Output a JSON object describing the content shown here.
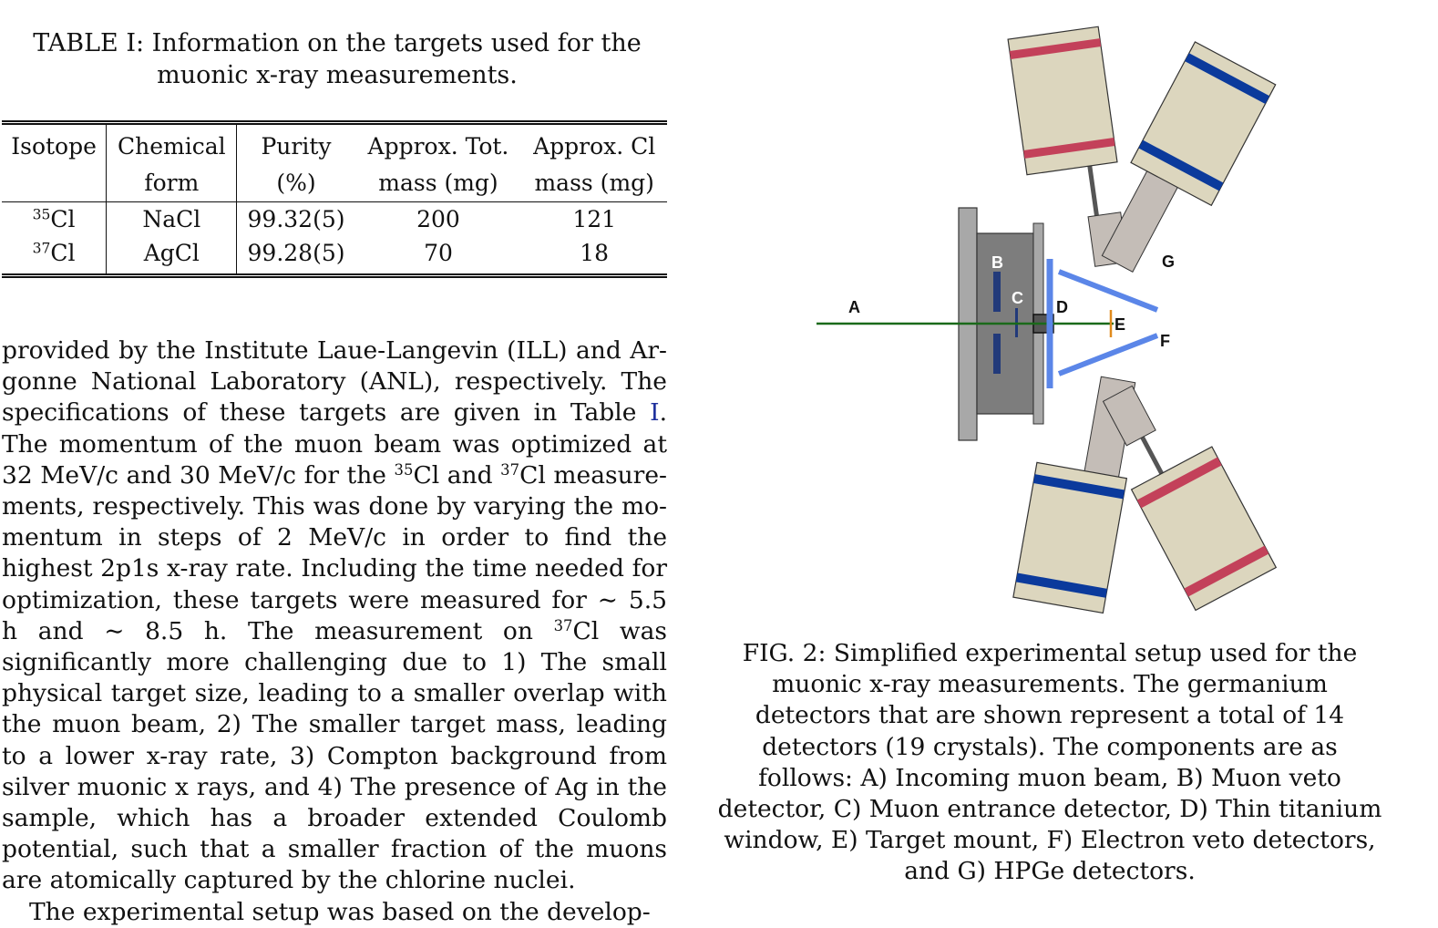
{
  "table": {
    "caption": "TABLE I: Information on the targets used for the muonic x-ray measurements.",
    "headers": [
      [
        "Isotope",
        ""
      ],
      [
        "Chemical",
        "form"
      ],
      [
        "Purity",
        "(%)"
      ],
      [
        "Approx. Tot.",
        "mass (mg)"
      ],
      [
        "Approx. Cl",
        "mass (mg)"
      ]
    ],
    "rows": [
      {
        "mass_number": "35",
        "element": "Cl",
        "form": "NaCl",
        "purity": "99.32(5)",
        "total_mass": "200",
        "cl_mass": "121"
      },
      {
        "mass_number": "37",
        "element": "Cl",
        "form": "AgCl",
        "purity": "99.28(5)",
        "total_mass": "70",
        "cl_mass": "18"
      }
    ]
  },
  "body": {
    "p1_a": "provided by the Institute Laue-Langevin (ILL) and Ar­gonne National Laboratory (ANL), respectively. The specifications of these targets are given in Table ",
    "p1_ref": "I",
    "p1_b": ". The momentum of the muon beam was optimized at 32 MeV/c and 30 MeV/c for the ",
    "p1_sup1": "35",
    "p1_c": "Cl and ",
    "p1_sup2": "37",
    "p1_d": "Cl measure­ments, respectively. This was done by varying the mo­mentum in steps of 2 MeV/c in order to find the highest 2p1s x-ray rate. Including the time needed for optimiza­tion, these targets were measured for ∼ 5.5 h and ∼ 8.5 h. The measurement on ",
    "p1_sup3": "37",
    "p1_e": "Cl was significantly more chal­lenging due to 1) The small physical target size, leading to a smaller overlap with the muon beam, 2) The smaller target mass, leading to a lower x-ray rate, 3) Compton background from silver muonic x rays, and 4) The pres­ence of Ag in the sample, which has a broader extended Coulomb potential, such that a smaller fraction of the muons are atomically captured by the chlorine nuclei.",
    "p2": "The experimental setup was based on the develop-"
  },
  "figure": {
    "labels": [
      "A",
      "B",
      "C",
      "D",
      "E",
      "F",
      "G"
    ],
    "caption": "FIG. 2: Simplified experimental setup used for the muonic x-ray measurements. The germanium detectors that are shown represent a total of 14 detectors (19 crystals). The components are as follows: A) Incoming muon beam, B) Muon veto detector, C) Muon entrance detector, D) Thin titanium window, E) Target mount, F) Electron veto detectors, and G) HPGe detectors.",
    "colors": {
      "detector_body": "#dcd6be",
      "band_red": "#c3415a",
      "band_blue": "#0b3a9c",
      "beam": "#1a6a1a",
      "veto": "#5b86e8",
      "chamber": "#7d7d7d",
      "flange": "#a8a8a8",
      "cold_finger": "#c4bdb7",
      "target_mount": "#e08a1c"
    }
  }
}
